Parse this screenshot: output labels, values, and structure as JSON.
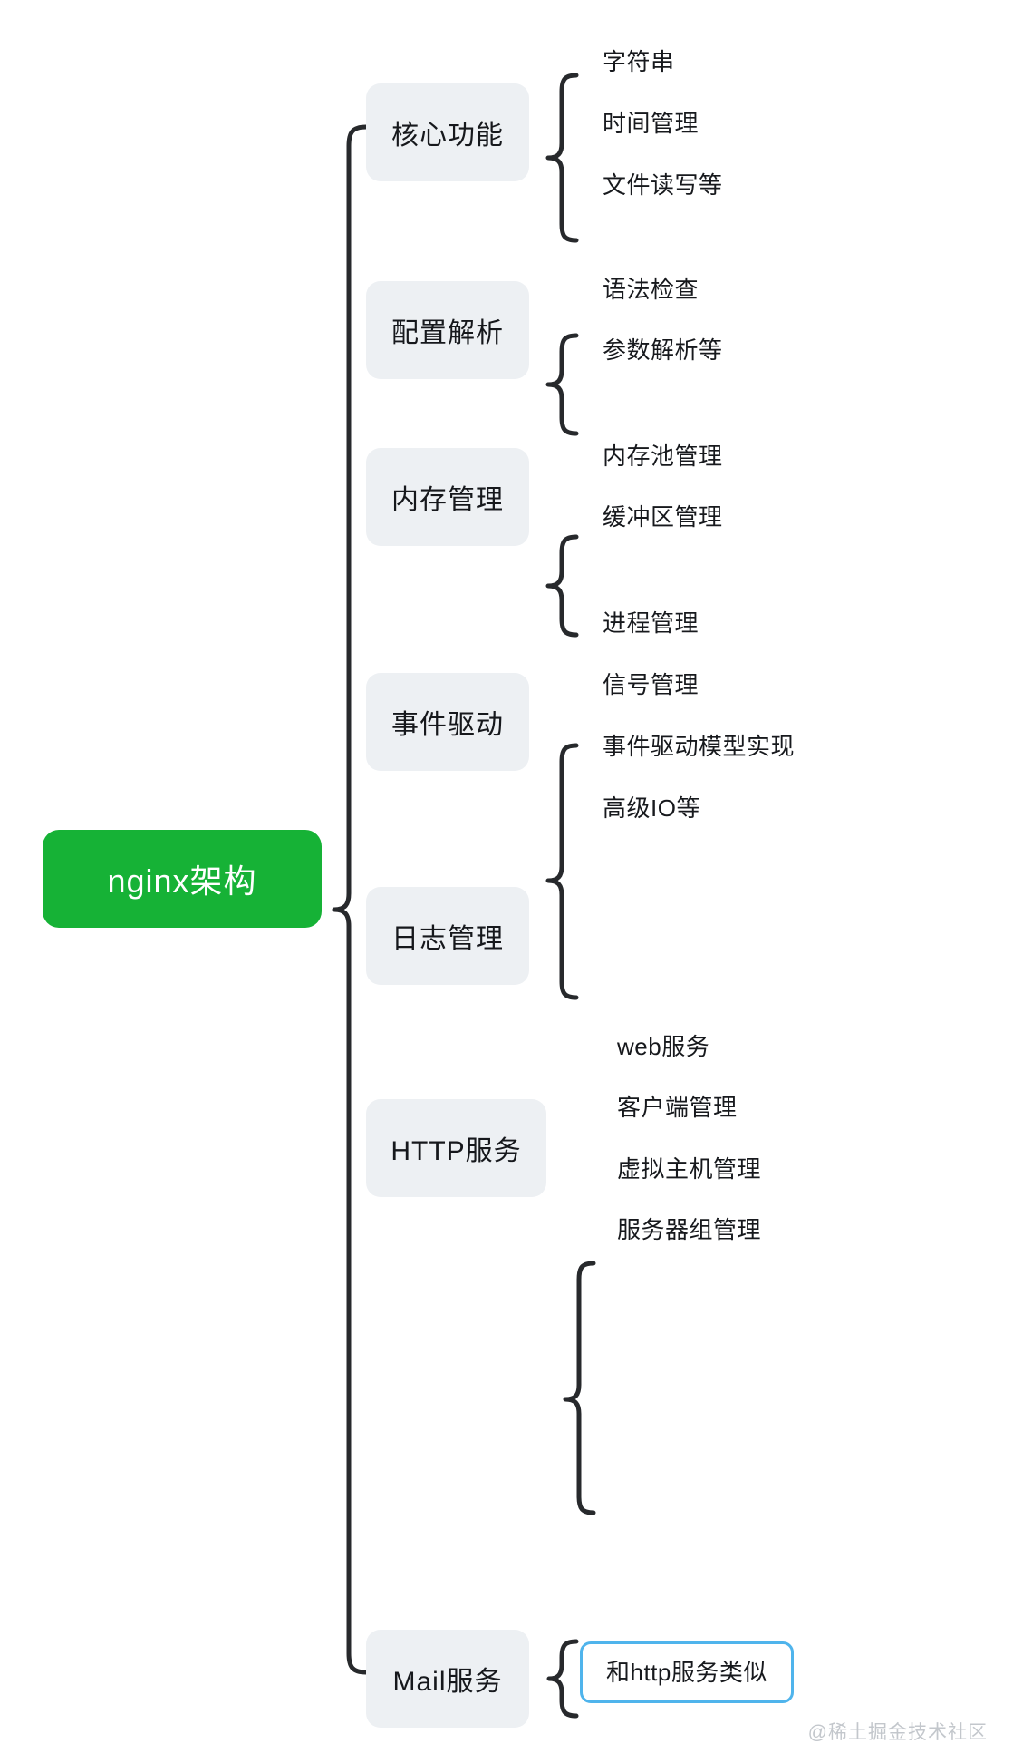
{
  "diagram": {
    "title": "nginx架构",
    "type": "mind-map",
    "colors": {
      "root_background": "#16b236",
      "root_text": "#ffffff",
      "branch_background": "#edf0f3",
      "branch_text": "#16181c",
      "connector": "#27292c",
      "highlight_border": "#4fb4ec",
      "watermark_text": "#c3c7cc",
      "canvas_background": "#ffffff"
    },
    "root": {
      "label": "nginx架构"
    },
    "branches": [
      {
        "label": "核心功能",
        "children": [
          "字符串",
          "时间管理",
          "文件读写等"
        ]
      },
      {
        "label": "配置解析",
        "children": [
          "语法检查",
          "参数解析等"
        ]
      },
      {
        "label": "内存管理",
        "children": [
          "内存池管理",
          "缓冲区管理"
        ]
      },
      {
        "label": "事件驱动",
        "children": [
          "进程管理",
          "信号管理",
          "事件驱动模型实现",
          "高级IO等"
        ]
      },
      {
        "label": "日志管理",
        "children": []
      },
      {
        "label": "HTTP服务",
        "children": [
          "web服务",
          "客户端管理",
          "虚拟主机管理",
          "服务器组管理"
        ]
      },
      {
        "label": "Mail服务",
        "children": [
          "和http服务类似"
        ],
        "child_highlighted": true
      }
    ],
    "watermark": "@稀土掘金技术社区"
  }
}
